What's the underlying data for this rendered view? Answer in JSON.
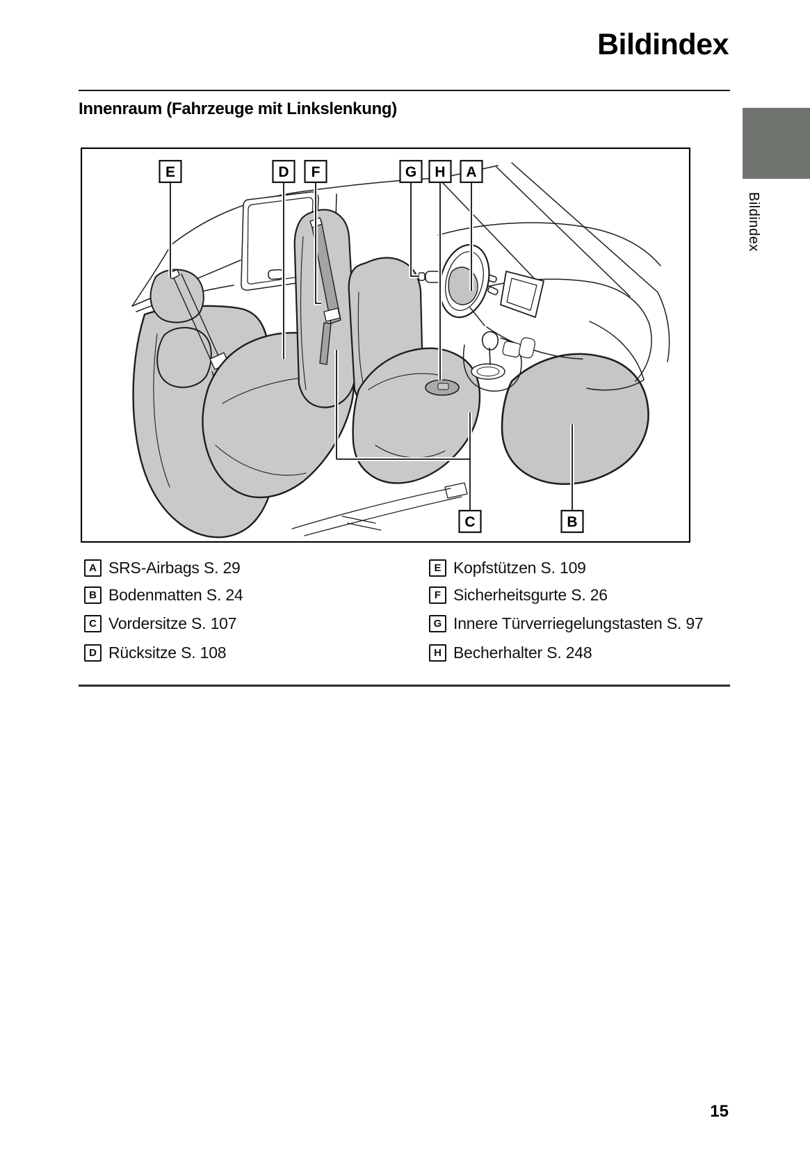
{
  "page": {
    "title": "Bildindex",
    "page_number": "15"
  },
  "section": {
    "heading": "Innenraum (Fahrzeuge mit Linkslenkung)"
  },
  "sidebar_tab": {
    "label": "Bildindex"
  },
  "figure": {
    "top_labels": [
      {
        "letter": "E"
      },
      {
        "letter": "D"
      },
      {
        "letter": "F"
      },
      {
        "letter": "G"
      },
      {
        "letter": "H"
      },
      {
        "letter": "A"
      }
    ],
    "bottom_labels": [
      {
        "letter": "C"
      },
      {
        "letter": "B"
      }
    ]
  },
  "legend": {
    "left": [
      {
        "key": "A",
        "label": "SRS-Airbags S. 29"
      },
      {
        "key": "B",
        "label": "Bodenmatten S. 24"
      },
      {
        "key": "C",
        "label": "Vordersitze S. 107"
      },
      {
        "key": "D",
        "label": "Rücksitze S. 108"
      }
    ],
    "right": [
      {
        "key": "E",
        "label": "Kopfstützen S. 109"
      },
      {
        "key": "F",
        "label": "Sicherheitsgurte S. 26"
      },
      {
        "key": "G",
        "label": "Innere Türverriegelungstasten S. 97"
      },
      {
        "key": "H",
        "label": "Becherhalter S. 248"
      }
    ]
  },
  "colors": {
    "tab_gray": "#70746f",
    "seat_gray": "#c9c9c9",
    "line_dark": "#1d1d1d"
  }
}
